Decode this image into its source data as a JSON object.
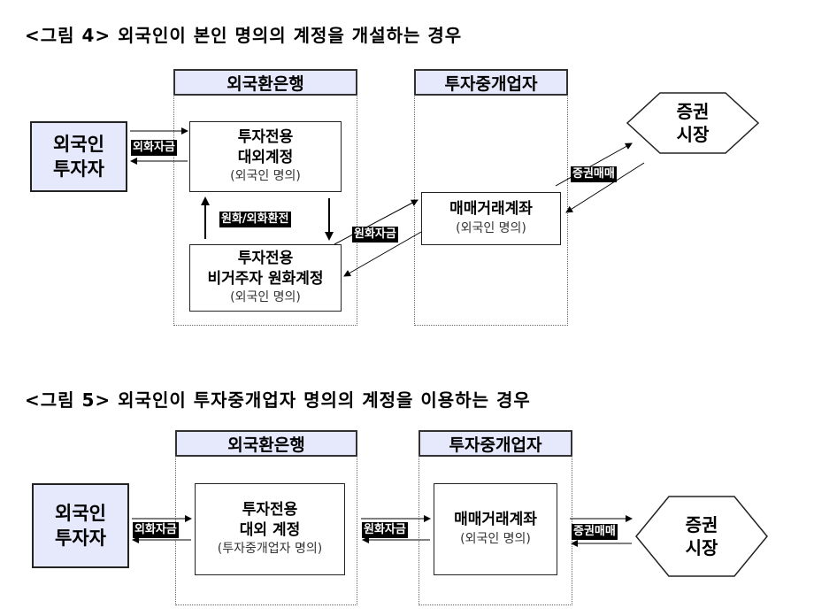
{
  "fig4": {
    "title": "<그림 4> 외국인이 본인 명의의 계정을 개설하는 경우",
    "investor": [
      "외국인",
      "투자자"
    ],
    "bank_header": "외국환은행",
    "broker_header": "투자중개업자",
    "market": [
      "증권",
      "시장"
    ],
    "fx_account": {
      "line1": "투자전용",
      "line2": "대외계정",
      "sub": "(외국인 명의)"
    },
    "krw_account": {
      "line1": "투자전용",
      "line2": "비거주자 원화계정",
      "sub": "(외국인 명의)"
    },
    "trading_account": {
      "line1": "매매거래계좌",
      "sub": "(외국인 명의)"
    },
    "labels": {
      "fx_funds": "외화자금",
      "conversion": "원화/외화환전",
      "krw_funds": "원화자금",
      "securities_trading": "증권매매"
    }
  },
  "fig5": {
    "title": "<그림 5> 외국인이 투자중개업자 명의의 계정을 이용하는 경우",
    "investor": [
      "외국인",
      "투자자"
    ],
    "bank_header": "외국환은행",
    "broker_header": "투자중개업자",
    "market": [
      "증권",
      "시장"
    ],
    "fx_account": {
      "line1": "투자전용",
      "line2": "대외 계정",
      "sub": "(투자중개업자 명의)"
    },
    "trading_account": {
      "line1": "매매거래계좌",
      "sub": "(외국인 명의)"
    },
    "labels": {
      "fx_funds": "외화자금",
      "krw_funds": "원화자금",
      "securities_trading": "증권매매"
    }
  }
}
